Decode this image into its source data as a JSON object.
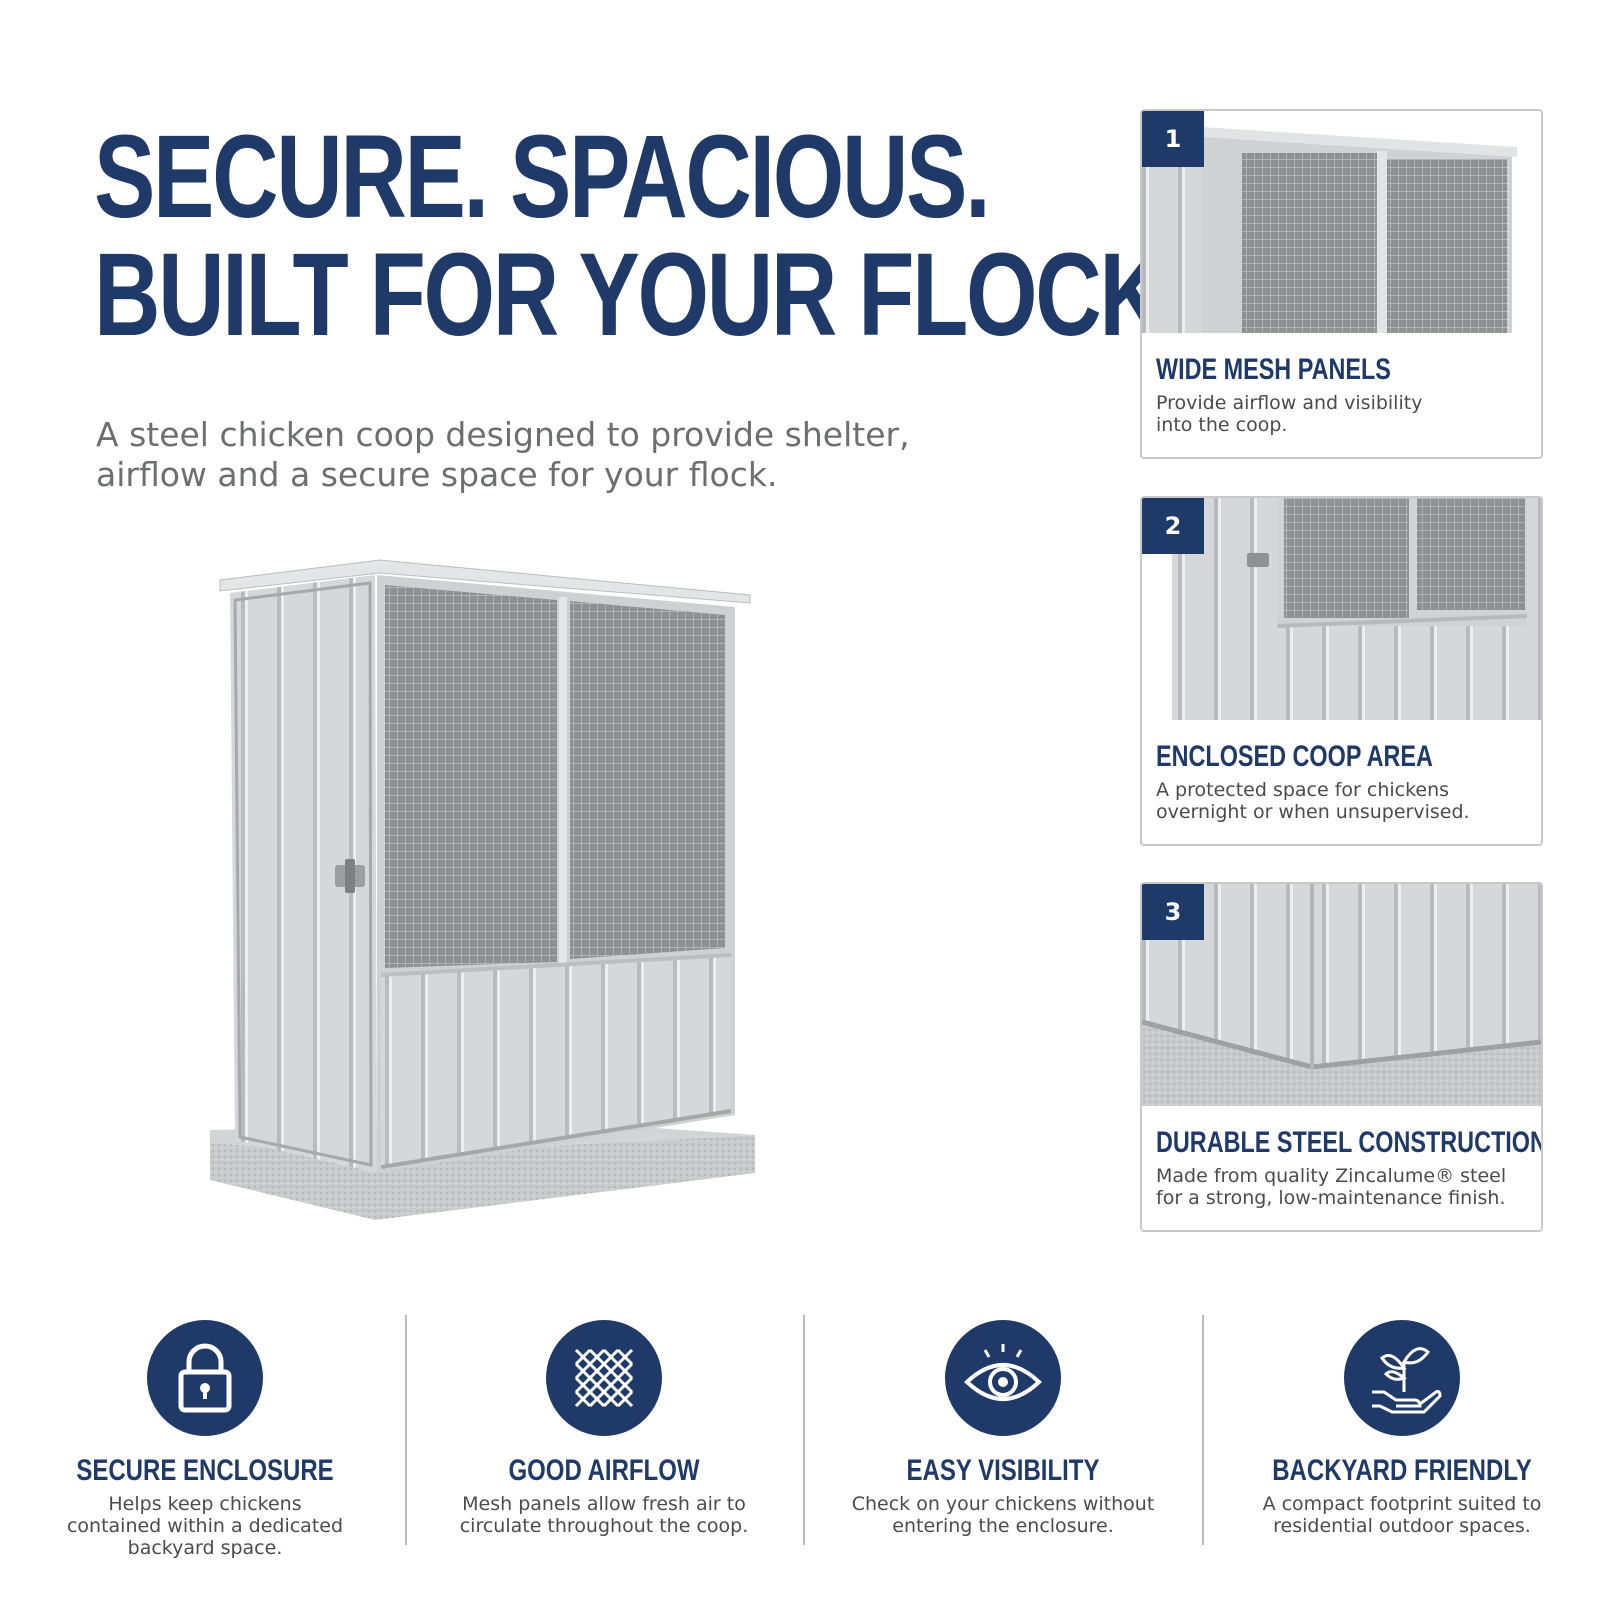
{
  "headline": {
    "line1": "SECURE. SPACIOUS.",
    "line2": "BUILT FOR YOUR FLOCK."
  },
  "subtitle": {
    "line1": "A steel chicken coop designed to provide shelter,",
    "line2": "airflow and a secure space for your flock."
  },
  "colors": {
    "brand_navy": "#1f3a68",
    "text_gray": "#6d6e70",
    "card_border": "#c9c9c9",
    "steel": "#d9dadb"
  },
  "cards": [
    {
      "number": "1",
      "title": "WIDE MESH PANELS",
      "desc_line1": "Provide airflow and visibility",
      "desc_line2": "into the coop."
    },
    {
      "number": "2",
      "title": "ENCLOSED COOP AREA",
      "desc_line1": "A protected space for chickens",
      "desc_line2": "overnight or when unsupervised."
    },
    {
      "number": "3",
      "title": "DURABLE STEEL CONSTRUCTION",
      "desc_line1": "Made from quality  Zincalume® steel",
      "desc_line2": "for a strong, low-maintenance finish."
    }
  ],
  "features": [
    {
      "icon": "padlock-icon",
      "title": "SECURE ENCLOSURE",
      "desc_line1": "Helps keep chickens",
      "desc_line2": "contained within a dedicated",
      "desc_line3": "backyard space."
    },
    {
      "icon": "mesh-icon",
      "title": "GOOD AIRFLOW",
      "desc_line1": "Mesh panels allow fresh air to",
      "desc_line2": "circulate throughout the coop.",
      "desc_line3": ""
    },
    {
      "icon": "eye-icon",
      "title": "EASY VISIBILITY",
      "desc_line1": "Check on your chickens without",
      "desc_line2": "entering the enclosure.",
      "desc_line3": ""
    },
    {
      "icon": "plant-in-hand-icon",
      "title": "BACKYARD FRIENDLY",
      "desc_line1": "A compact footprint suited to",
      "desc_line2": "residential outdoor spaces.",
      "desc_line3": ""
    }
  ]
}
